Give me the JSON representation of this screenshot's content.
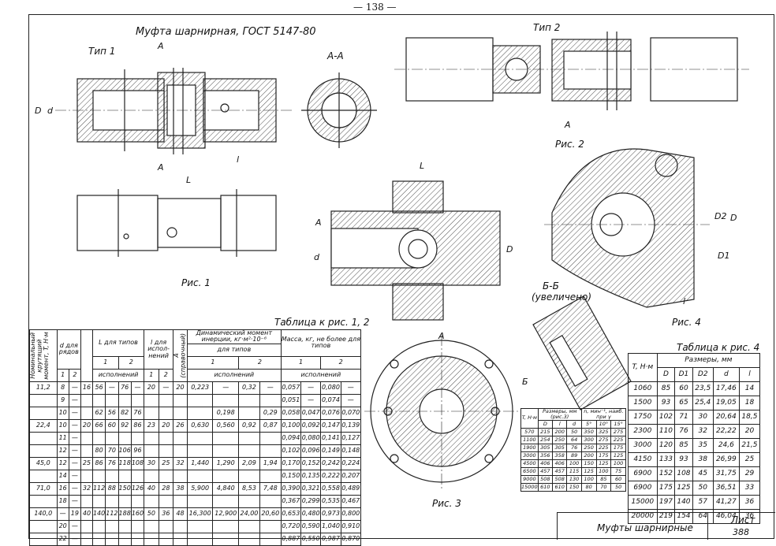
{
  "page_number": "— 138 —",
  "title": "Муфта шарнирная, ГОСТ 5147-80",
  "labels": {
    "type1": "Тип 1",
    "type2": "Тип 2",
    "section_aa": "A-A",
    "section_bb": "Б-Б",
    "section_bb_note": "(увеличено)",
    "fig1": "Рис. 1",
    "fig2": "Рис. 2",
    "fig3": "Рис. 3",
    "fig4": "Рис. 4",
    "A": "A",
    "B": "Б",
    "D": "D",
    "d": "d",
    "L": "L",
    "l": "l",
    "D1": "D1",
    "D2": "D2",
    "dim_l": "l"
  },
  "table1": {
    "caption": "Таблица к рис. 1, 2",
    "headers": {
      "moment": "Номинальный крутящий момент, T, Н·м",
      "d": "d для рядов",
      "L": "L для типов",
      "l": "l для испол-нений",
      "A": "A (справочный)",
      "dyn": "Динамический момент инерции, кг·м²·10⁻⁶",
      "dyn_sub": "для типов",
      "mass": "Масса, кг, не более для типов",
      "isp": "исполнений",
      "n1": "1",
      "n2": "2"
    },
    "rows": [
      [
        "11,2",
        "8",
        "—",
        "16",
        "56",
        "—",
        "76",
        "—",
        "20",
        "—",
        "20",
        "0,223",
        "—",
        "0,32",
        "—",
        "0,057",
        "—",
        "0,080",
        "—"
      ],
      [
        "",
        "9",
        "—",
        "",
        "",
        "",
        "",
        "",
        "",
        "",
        "",
        "",
        "",
        "",
        "",
        "0,051",
        "—",
        "0,074",
        "—"
      ],
      [
        "",
        "10",
        "—",
        "",
        "62",
        "56",
        "82",
        "76",
        "",
        "",
        "",
        "",
        "0,198",
        "",
        "0,29",
        "0,058",
        "0,047",
        "0,076",
        "0,070"
      ],
      [
        "22,4",
        "10",
        "—",
        "20",
        "66",
        "60",
        "92",
        "86",
        "23",
        "20",
        "26",
        "0,630",
        "0,560",
        "0,92",
        "0,87",
        "0,100",
        "0,092",
        "0,147",
        "0,139"
      ],
      [
        "",
        "11",
        "—",
        "",
        "",
        "",
        "",
        "",
        "",
        "",
        "",
        "",
        "",
        "",
        "",
        "0,094",
        "0,080",
        "0,141",
        "0,127"
      ],
      [
        "",
        "12",
        "—",
        "",
        "80",
        "70",
        "106",
        "96",
        "",
        "",
        "",
        "",
        "",
        "",
        "",
        "0,102",
        "0,096",
        "0,149",
        "0,148"
      ],
      [
        "45,0",
        "12",
        "—",
        "25",
        "86",
        "76",
        "118",
        "108",
        "30",
        "25",
        "32",
        "1,440",
        "1,290",
        "2,09",
        "1,94",
        "0,170",
        "0,152",
        "0,242",
        "0,224"
      ],
      [
        "",
        "14",
        "—",
        "",
        "",
        "",
        "",
        "",
        "",
        "",
        "",
        "",
        "",
        "",
        "",
        "0,150",
        "0,135",
        "0,222",
        "0,207"
      ],
      [
        "71,0",
        "16",
        "—",
        "32",
        "112",
        "88",
        "150",
        "126",
        "40",
        "28",
        "38",
        "5,900",
        "4,840",
        "8,53",
        "7,48",
        "0,390",
        "0,321",
        "0,558",
        "0,489"
      ],
      [
        "",
        "18",
        "—",
        "",
        "",
        "",
        "",
        "",
        "",
        "",
        "",
        "",
        "",
        "",
        "",
        "0,367",
        "0,299",
        "0,535",
        "0,467"
      ],
      [
        "140,0",
        "—",
        "19",
        "40",
        "140",
        "112",
        "188",
        "160",
        "50",
        "36",
        "48",
        "16,300",
        "12,900",
        "24,00",
        "20,60",
        "0,653",
        "0,480",
        "0,973",
        "0,800"
      ],
      [
        "",
        "20",
        "—",
        "",
        "",
        "",
        "",
        "",
        "",
        "",
        "",
        "",
        "",
        "",
        "",
        "0,720",
        "0,590",
        "1,040",
        "0,910"
      ],
      [
        "",
        "22",
        "—",
        "",
        "",
        "",
        "",
        "",
        "",
        "",
        "",
        "",
        "",
        "",
        "",
        "0,887",
        "0,550",
        "0,987",
        "0,870"
      ]
    ]
  },
  "table3": {
    "headers": {
      "T": "T, Н·м",
      "sizes": "Размеры, мм (рис.3)",
      "n": "n, мин⁻¹, наиб. при γ",
      "cols": [
        "D",
        "l",
        "d",
        "5°",
        "10°",
        "15°"
      ]
    },
    "rows": [
      [
        "570",
        "215",
        "200",
        "50",
        "350",
        "325",
        "275"
      ],
      [
        "1100",
        "254",
        "250",
        "64",
        "300",
        "275",
        "225"
      ],
      [
        "1900",
        "305",
        "305",
        "76",
        "250",
        "225",
        "175"
      ],
      [
        "3000",
        "356",
        "358",
        "89",
        "200",
        "175",
        "125"
      ],
      [
        "4500",
        "406",
        "406",
        "100",
        "150",
        "125",
        "100"
      ],
      [
        "6500",
        "457",
        "457",
        "115",
        "125",
        "100",
        "75"
      ],
      [
        "9000",
        "508",
        "508",
        "130",
        "100",
        "85",
        "60"
      ],
      [
        "15000",
        "610",
        "610",
        "150",
        "80",
        "70",
        "50"
      ]
    ]
  },
  "table4": {
    "caption": "Таблица к рис. 4",
    "headers": {
      "T": "T, Н·м",
      "sizes": "Размеры, мм",
      "cols": [
        "D",
        "D1",
        "D2",
        "d",
        "l"
      ]
    },
    "rows": [
      [
        "1060",
        "85",
        "60",
        "23,5",
        "17,46",
        "14"
      ],
      [
        "1500",
        "93",
        "65",
        "25,4",
        "19,05",
        "18"
      ],
      [
        "1750",
        "102",
        "71",
        "30",
        "20,64",
        "18,5"
      ],
      [
        "2300",
        "110",
        "76",
        "32",
        "22,22",
        "20"
      ],
      [
        "3000",
        "120",
        "85",
        "35",
        "24,6",
        "21,5"
      ],
      [
        "4150",
        "133",
        "93",
        "38",
        "26,99",
        "25"
      ],
      [
        "6900",
        "152",
        "108",
        "45",
        "31,75",
        "29"
      ],
      [
        "6900",
        "175",
        "125",
        "50",
        "36,51",
        "33"
      ],
      [
        "15000",
        "197",
        "140",
        "57",
        "41,27",
        "36"
      ],
      [
        "20000",
        "219",
        "154",
        "64",
        "46,04",
        "36"
      ]
    ]
  },
  "stamp": {
    "title": "Муфты шарнирные",
    "sheet_label": "Лист",
    "sheet_no": "388"
  }
}
